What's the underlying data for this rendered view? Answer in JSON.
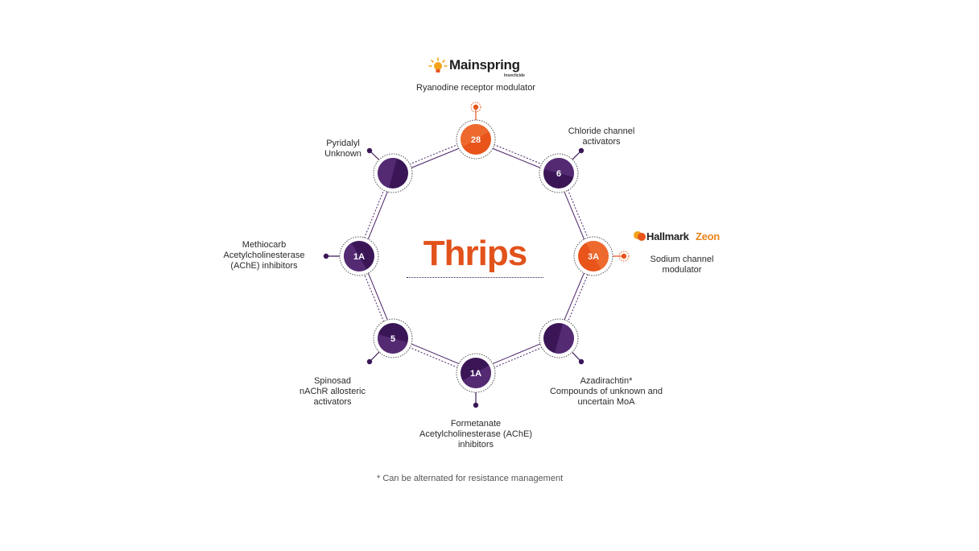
{
  "colors": {
    "primary": "#4a2168",
    "dark": "#3a1656",
    "accent": "#e8541a",
    "accent_light": "#f07a3e",
    "title": "#e2521b"
  },
  "title": "Thrips",
  "footnote": "* Can be alternated for resistance management",
  "brands": {
    "mainspring": {
      "name": "Mainspring",
      "sub": "Insecticide",
      "icon": "sun-bulb-icon"
    },
    "hallmark": {
      "word1": "Hallmark",
      "word2": "Zeon",
      "icon": "droplets-icon"
    }
  },
  "nodes": [
    {
      "id": "n28",
      "code": "28",
      "highlight": true,
      "lines": [
        "Ryanodine receptor modulator"
      ]
    },
    {
      "id": "n6",
      "code": "6",
      "highlight": false,
      "lines": [
        "Chloride channel",
        "activators"
      ]
    },
    {
      "id": "n3a",
      "code": "3A",
      "highlight": true,
      "lines": [
        "Sodium channel",
        "modulator"
      ]
    },
    {
      "id": "naz",
      "code": "",
      "highlight": false,
      "lines": [
        "Azadirachtin*",
        "Compounds of unknown and",
        "uncertain MoA"
      ]
    },
    {
      "id": "n1a-bottom",
      "code": "1A",
      "highlight": false,
      "lines": [
        "Formetanate",
        "Acetylcholinesterase (AChE)",
        "inhibitors"
      ]
    },
    {
      "id": "n5",
      "code": "5",
      "highlight": false,
      "lines": [
        "Spinosad",
        "nAChR allosteric",
        "activators"
      ]
    },
    {
      "id": "n1a-left",
      "code": "1A",
      "highlight": false,
      "lines": [
        "Methiocarb",
        "Acetylcholinesterase",
        "(AChE) inhibitors"
      ]
    },
    {
      "id": "npy",
      "code": "",
      "highlight": false,
      "lines": [
        "Pyridalyl",
        "Unknown"
      ]
    }
  ]
}
